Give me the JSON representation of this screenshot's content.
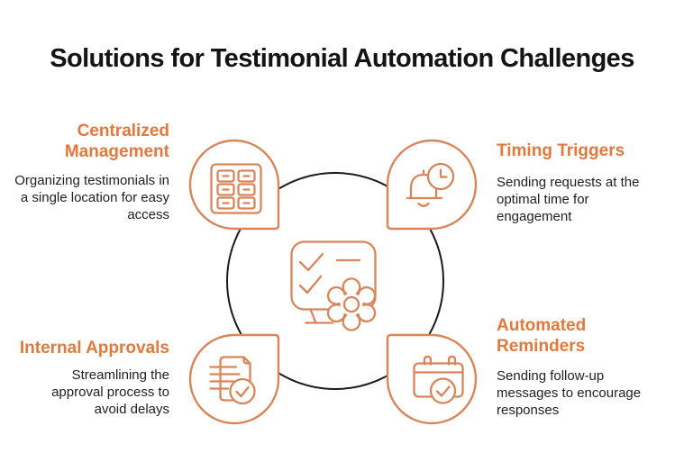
{
  "title": "Solutions for Testimonial Automation Challenges",
  "colors": {
    "accent": "#E0793E",
    "icon-stroke": "#D9855A",
    "circle-stroke": "#1A1A1A",
    "title-color": "#141414",
    "body-color": "#212121",
    "background": "#FFFFFF"
  },
  "items": [
    {
      "position": "top-left",
      "heading": "Centralized Management",
      "body": "Organizing testimonials in a single location for easy access",
      "icon": "archive-drawers-icon"
    },
    {
      "position": "top-right",
      "heading": "Timing Triggers",
      "body": "Sending requests at the optimal time for engagement",
      "icon": "bell-clock-icon"
    },
    {
      "position": "bottom-left",
      "heading": "Internal Approvals",
      "body": "Streamlining the approval process to avoid delays",
      "icon": "document-check-icon"
    },
    {
      "position": "bottom-right",
      "heading": "Automated Reminders",
      "body": "Sending follow-up messages to encourage responses",
      "icon": "calendar-check-icon"
    }
  ],
  "center": {
    "icon": "chat-checklist-gear-icon"
  }
}
